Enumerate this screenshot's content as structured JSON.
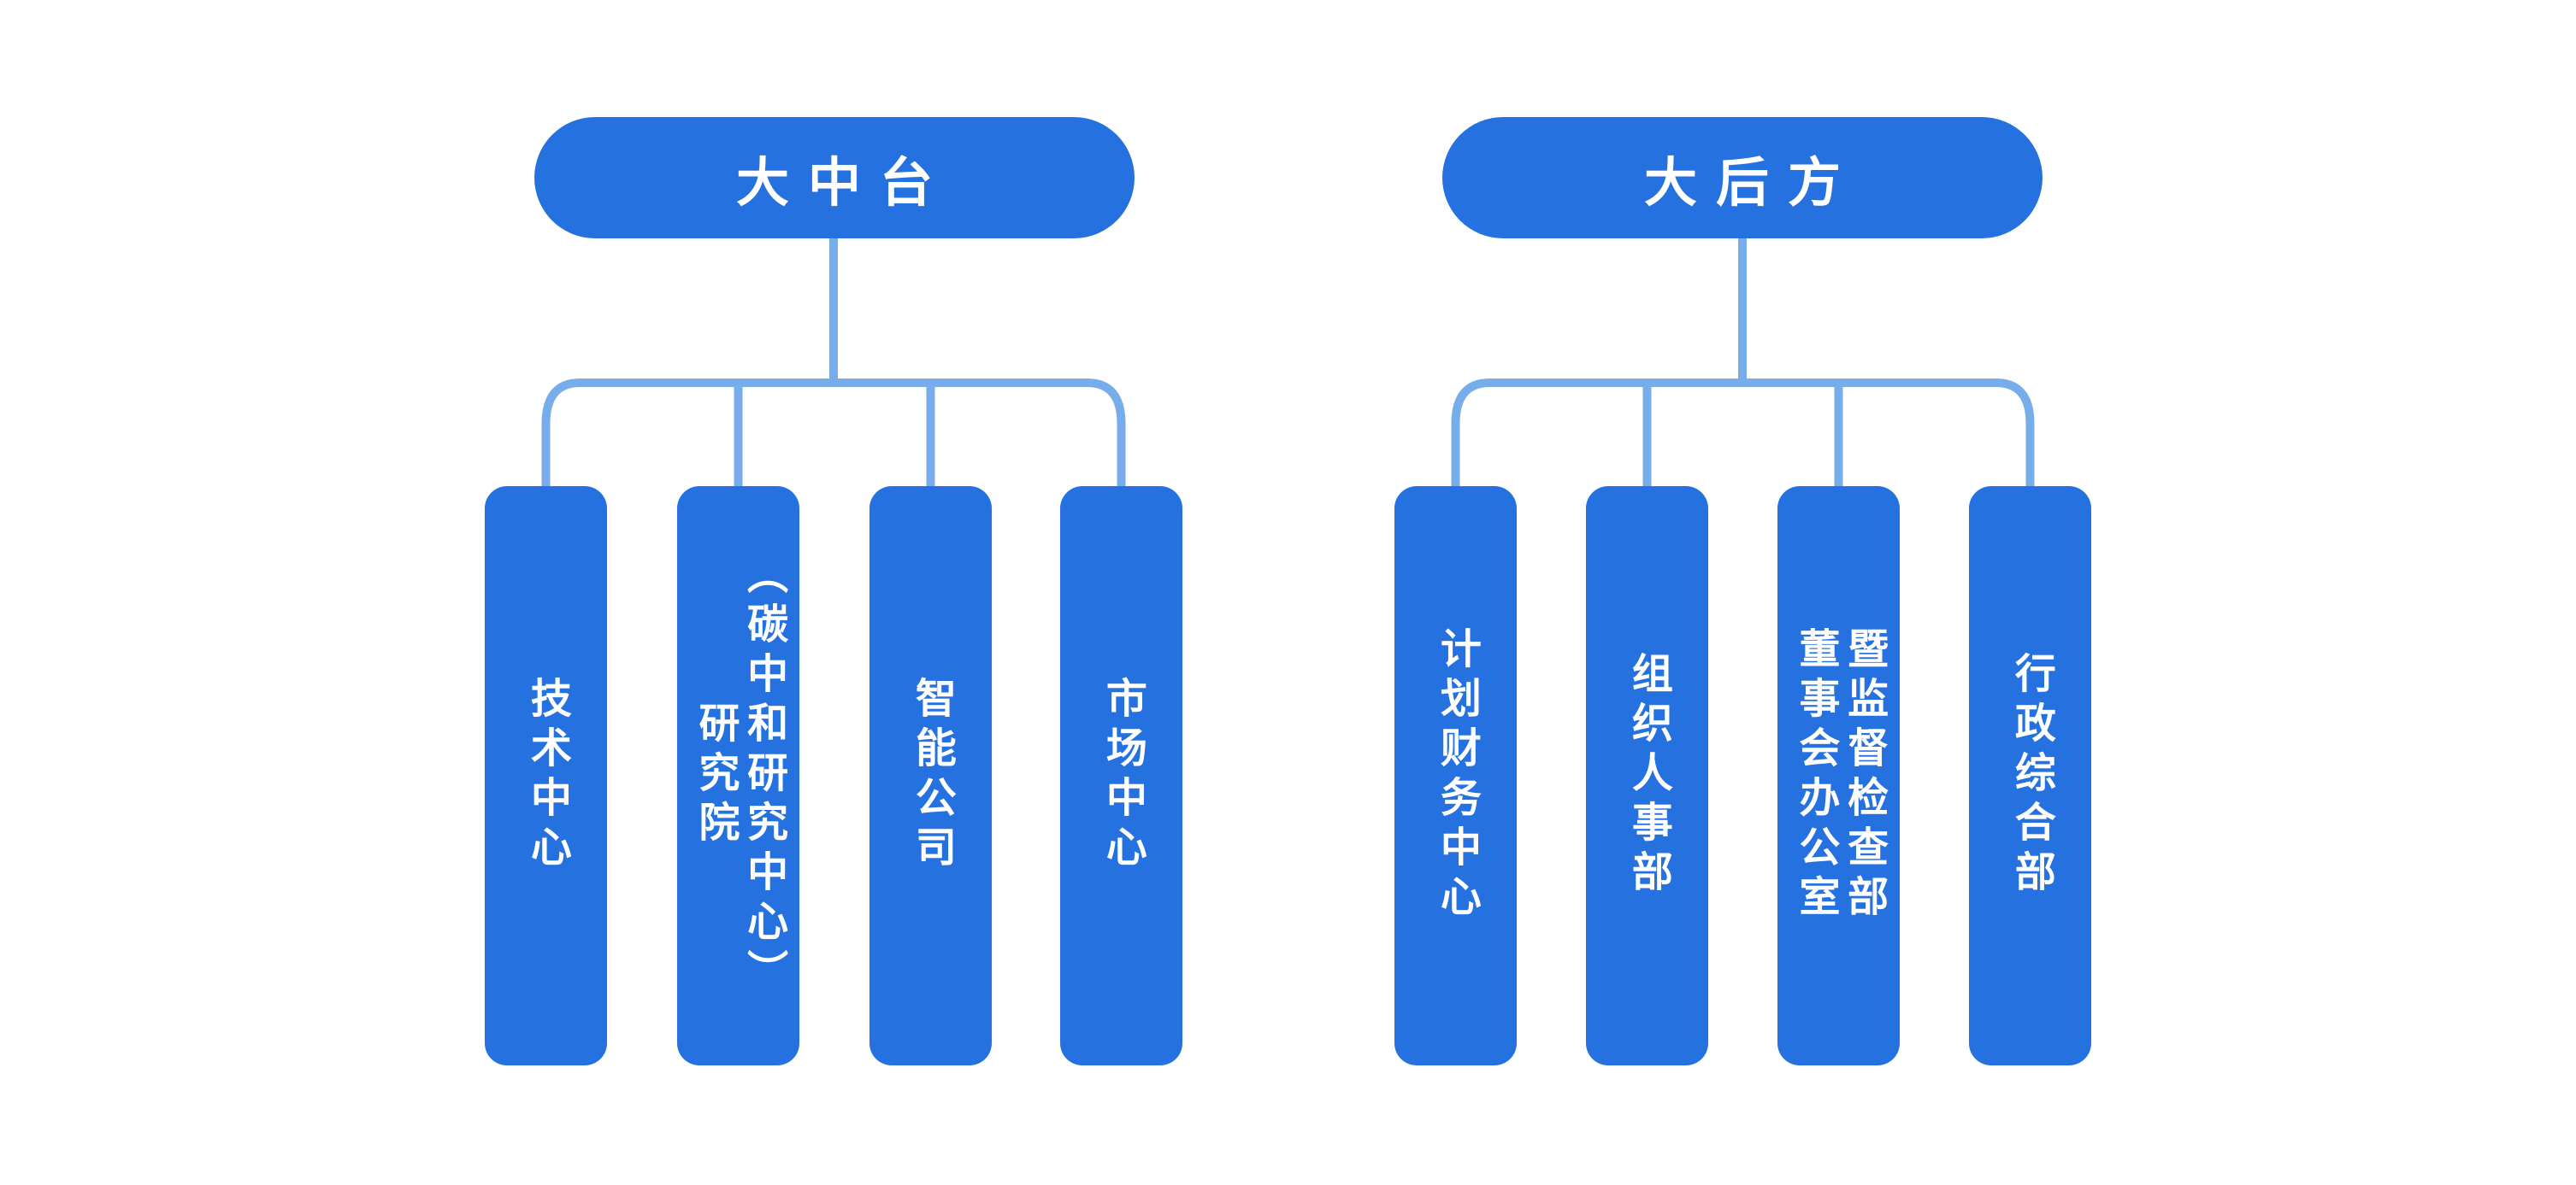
{
  "diagram": {
    "type": "org-chart",
    "colors": {
      "node_fill": "#2471DF",
      "connector": "#77ADEA",
      "text": "#FFFFFF",
      "background": "#FFFFFF"
    }
  },
  "groups": [
    {
      "label": "大中台",
      "children": [
        {
          "label": "技术中心"
        },
        {
          "label": "研究院\n（碳中和研究中心）"
        },
        {
          "label": "智能公司"
        },
        {
          "label": "市场中心"
        }
      ]
    },
    {
      "label": "大后方",
      "children": [
        {
          "label": "计划财务中心"
        },
        {
          "label": "组织人事部"
        },
        {
          "label": "董事会办公室\n暨监督检查部"
        },
        {
          "label": "行政综合部"
        }
      ]
    }
  ]
}
